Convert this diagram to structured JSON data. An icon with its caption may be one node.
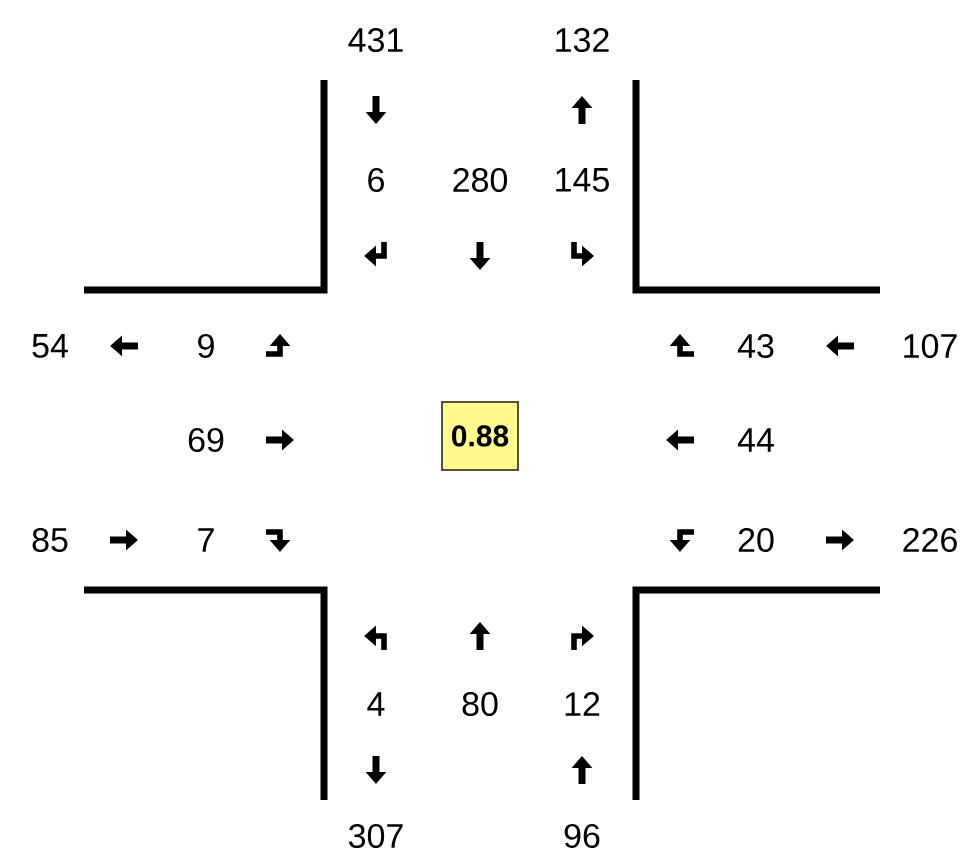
{
  "diagram": {
    "nodes": [
      {
        "text": [
          "0.88"
        ]
      }
    ],
    "labels": [
      "431",
      "132",
      "6",
      "280",
      "145",
      "54",
      "9",
      "43",
      "107",
      "69",
      "44",
      "85",
      "7",
      "20",
      "226",
      "4",
      "80",
      "12",
      "307",
      "96"
    ]
  }
}
